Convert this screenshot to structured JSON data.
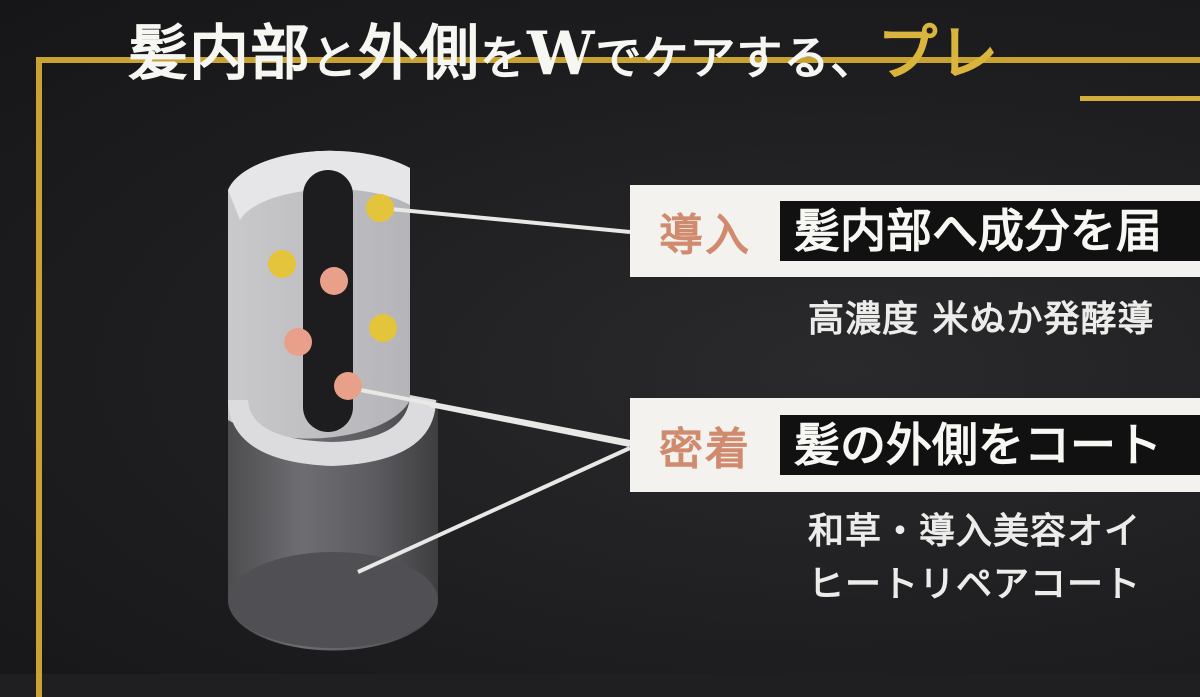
{
  "headline": {
    "part1": "髪内部",
    "part2": "と",
    "part3": "外側",
    "part4": "を",
    "part5": "W",
    "part6": "でケアする、",
    "part7": "プレ"
  },
  "items": [
    {
      "tag": "導入",
      "claim": "髪内部へ成分を届",
      "sub_lines": [
        "高濃度 米ぬか発酵導"
      ]
    },
    {
      "tag": "密着",
      "claim": "髪の外側をコート",
      "sub_lines": [
        "和草・導入美容オイ",
        "ヒートリペアコート"
      ]
    }
  ],
  "colors": {
    "gold": "#c9a332",
    "tag_text": "#d08a6e",
    "dot_yellow": "#e3c43a",
    "dot_pink": "#e8a08a"
  }
}
